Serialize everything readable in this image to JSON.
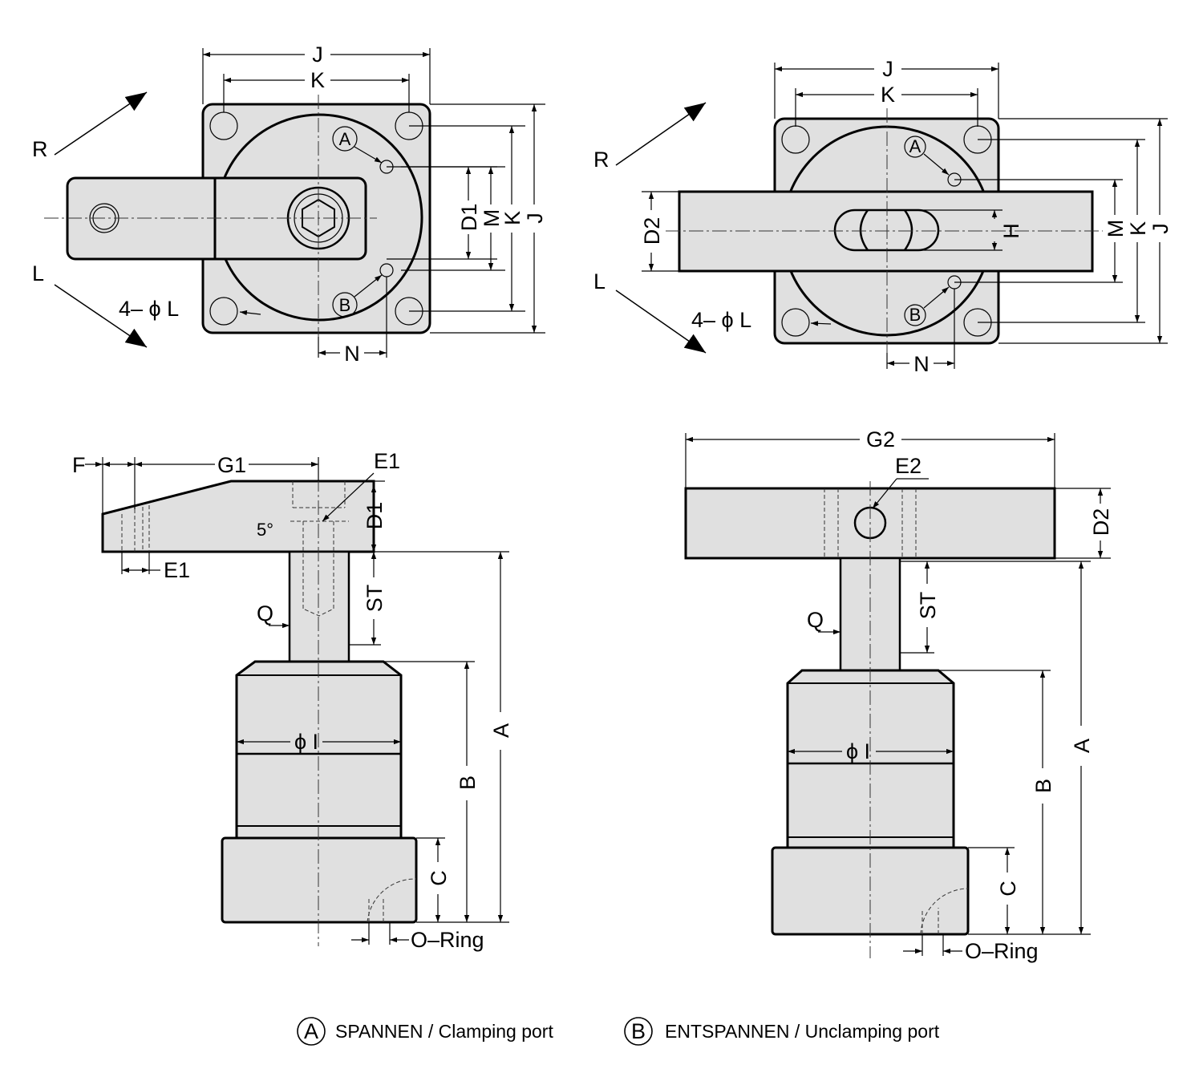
{
  "labels": {
    "J": "J",
    "K": "K",
    "R": "R",
    "L": "L",
    "A": "A",
    "B": "B",
    "D1": "D1",
    "D2": "D2",
    "M": "M",
    "N": "N",
    "H": "H",
    "four_phi_L": "4– ϕ L",
    "F": "F",
    "G1": "G1",
    "G2": "G2",
    "E1": "E1",
    "E2": "E2",
    "ST": "ST",
    "Q": "Q",
    "C": "C",
    "phi_I": "ϕ I",
    "angle": "5°",
    "o_ring": "O–Ring"
  },
  "legend": {
    "a_symbol": "A",
    "a_text": "SPANNEN / Clamping port",
    "b_symbol": "B",
    "b_text": "ENTSPANNEN / Unclamping port"
  }
}
